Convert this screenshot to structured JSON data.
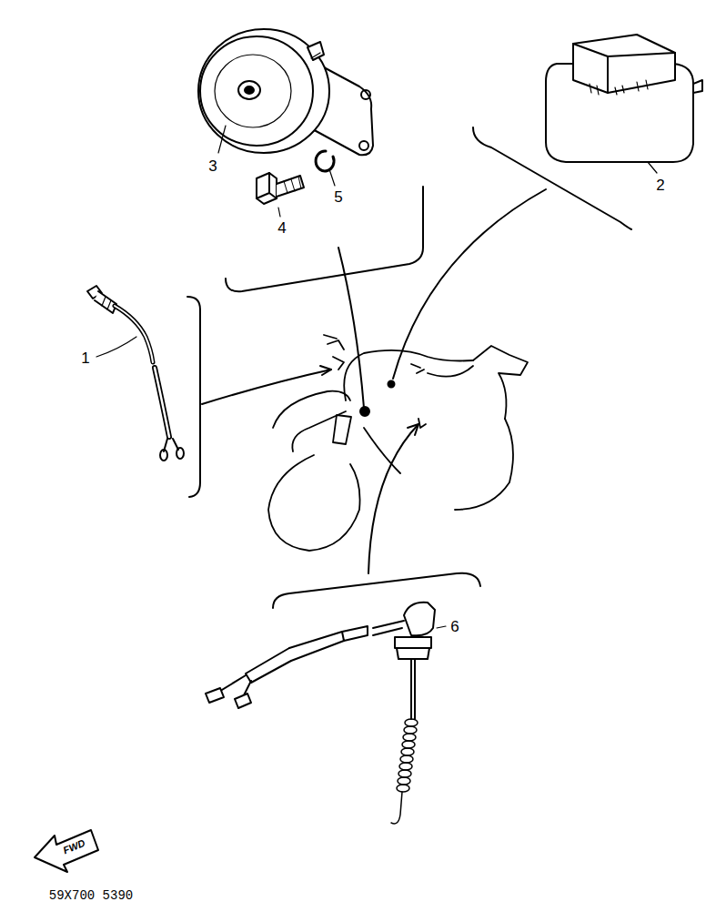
{
  "diagram": {
    "labels": [
      "3",
      "2",
      "5",
      "4",
      "1",
      "6",
      "FWD",
      "59X700 5390"
    ]
  }
}
